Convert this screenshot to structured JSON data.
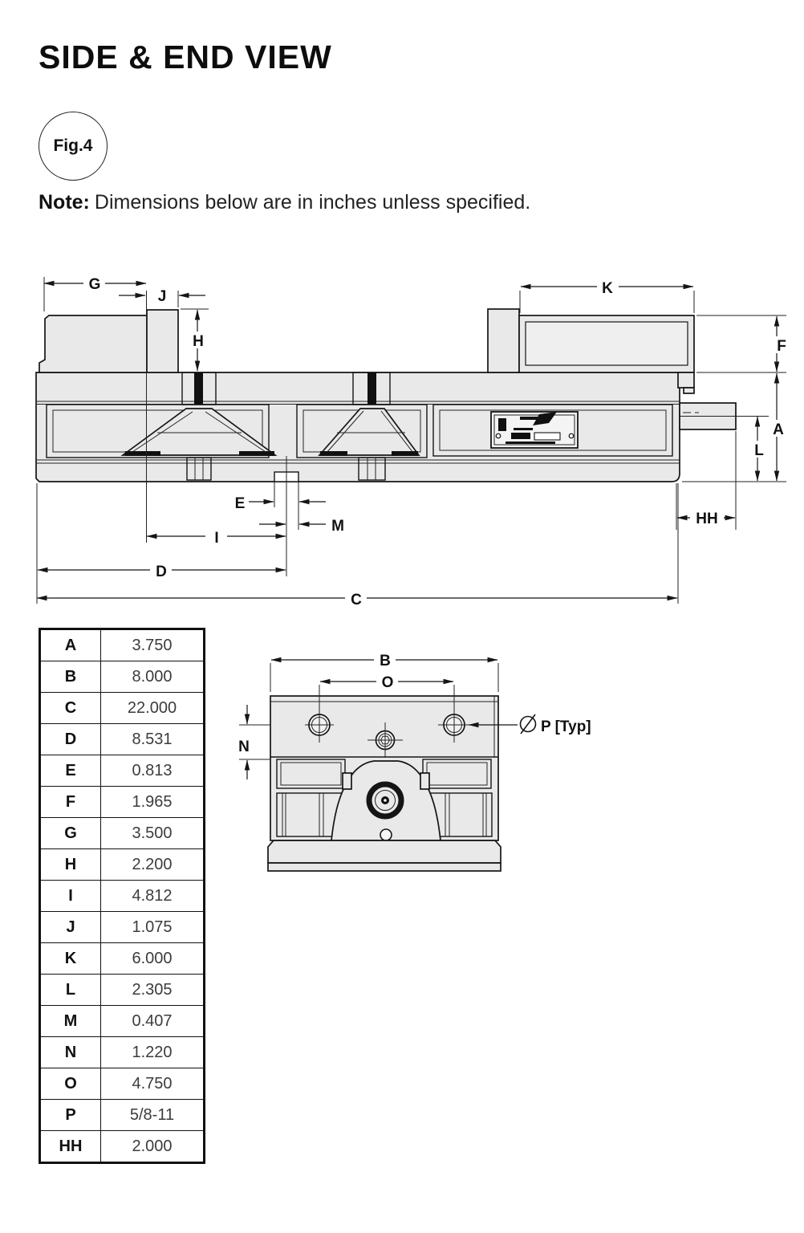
{
  "header": {
    "title": "SIDE & END VIEW",
    "fig_label": "Fig.4",
    "note_label": "Note:",
    "note_text": "Dimensions below are in inches unless specified."
  },
  "side_view": {
    "labels": {
      "G": "G",
      "J": "J",
      "H": "H",
      "K": "K",
      "F": "F",
      "A": "A",
      "L": "L",
      "HH": "HH",
      "E": "E",
      "M": "M",
      "I": "I",
      "D": "D",
      "C": "C"
    }
  },
  "end_view": {
    "labels": {
      "B": "B",
      "O": "O",
      "N": "N"
    },
    "diameter_symbol": "",
    "p_label": "P [Typ]"
  },
  "dimension_table": {
    "rows": [
      [
        "A",
        "3.750"
      ],
      [
        "B",
        "8.000"
      ],
      [
        "C",
        "22.000"
      ],
      [
        "D",
        "8.531"
      ],
      [
        "E",
        "0.813"
      ],
      [
        "F",
        "1.965"
      ],
      [
        "G",
        "3.500"
      ],
      [
        "H",
        "2.200"
      ],
      [
        "I",
        "4.812"
      ],
      [
        "J",
        "1.075"
      ],
      [
        "K",
        "6.000"
      ],
      [
        "L",
        "2.305"
      ],
      [
        "M",
        "0.407"
      ],
      [
        "N",
        "1.220"
      ],
      [
        "O",
        "4.750"
      ],
      [
        "P",
        "5/8-11"
      ],
      [
        "HH",
        "2.000"
      ]
    ]
  },
  "colors": {
    "line": "#1a1a1a",
    "body_fill": "#e9e9e9"
  }
}
